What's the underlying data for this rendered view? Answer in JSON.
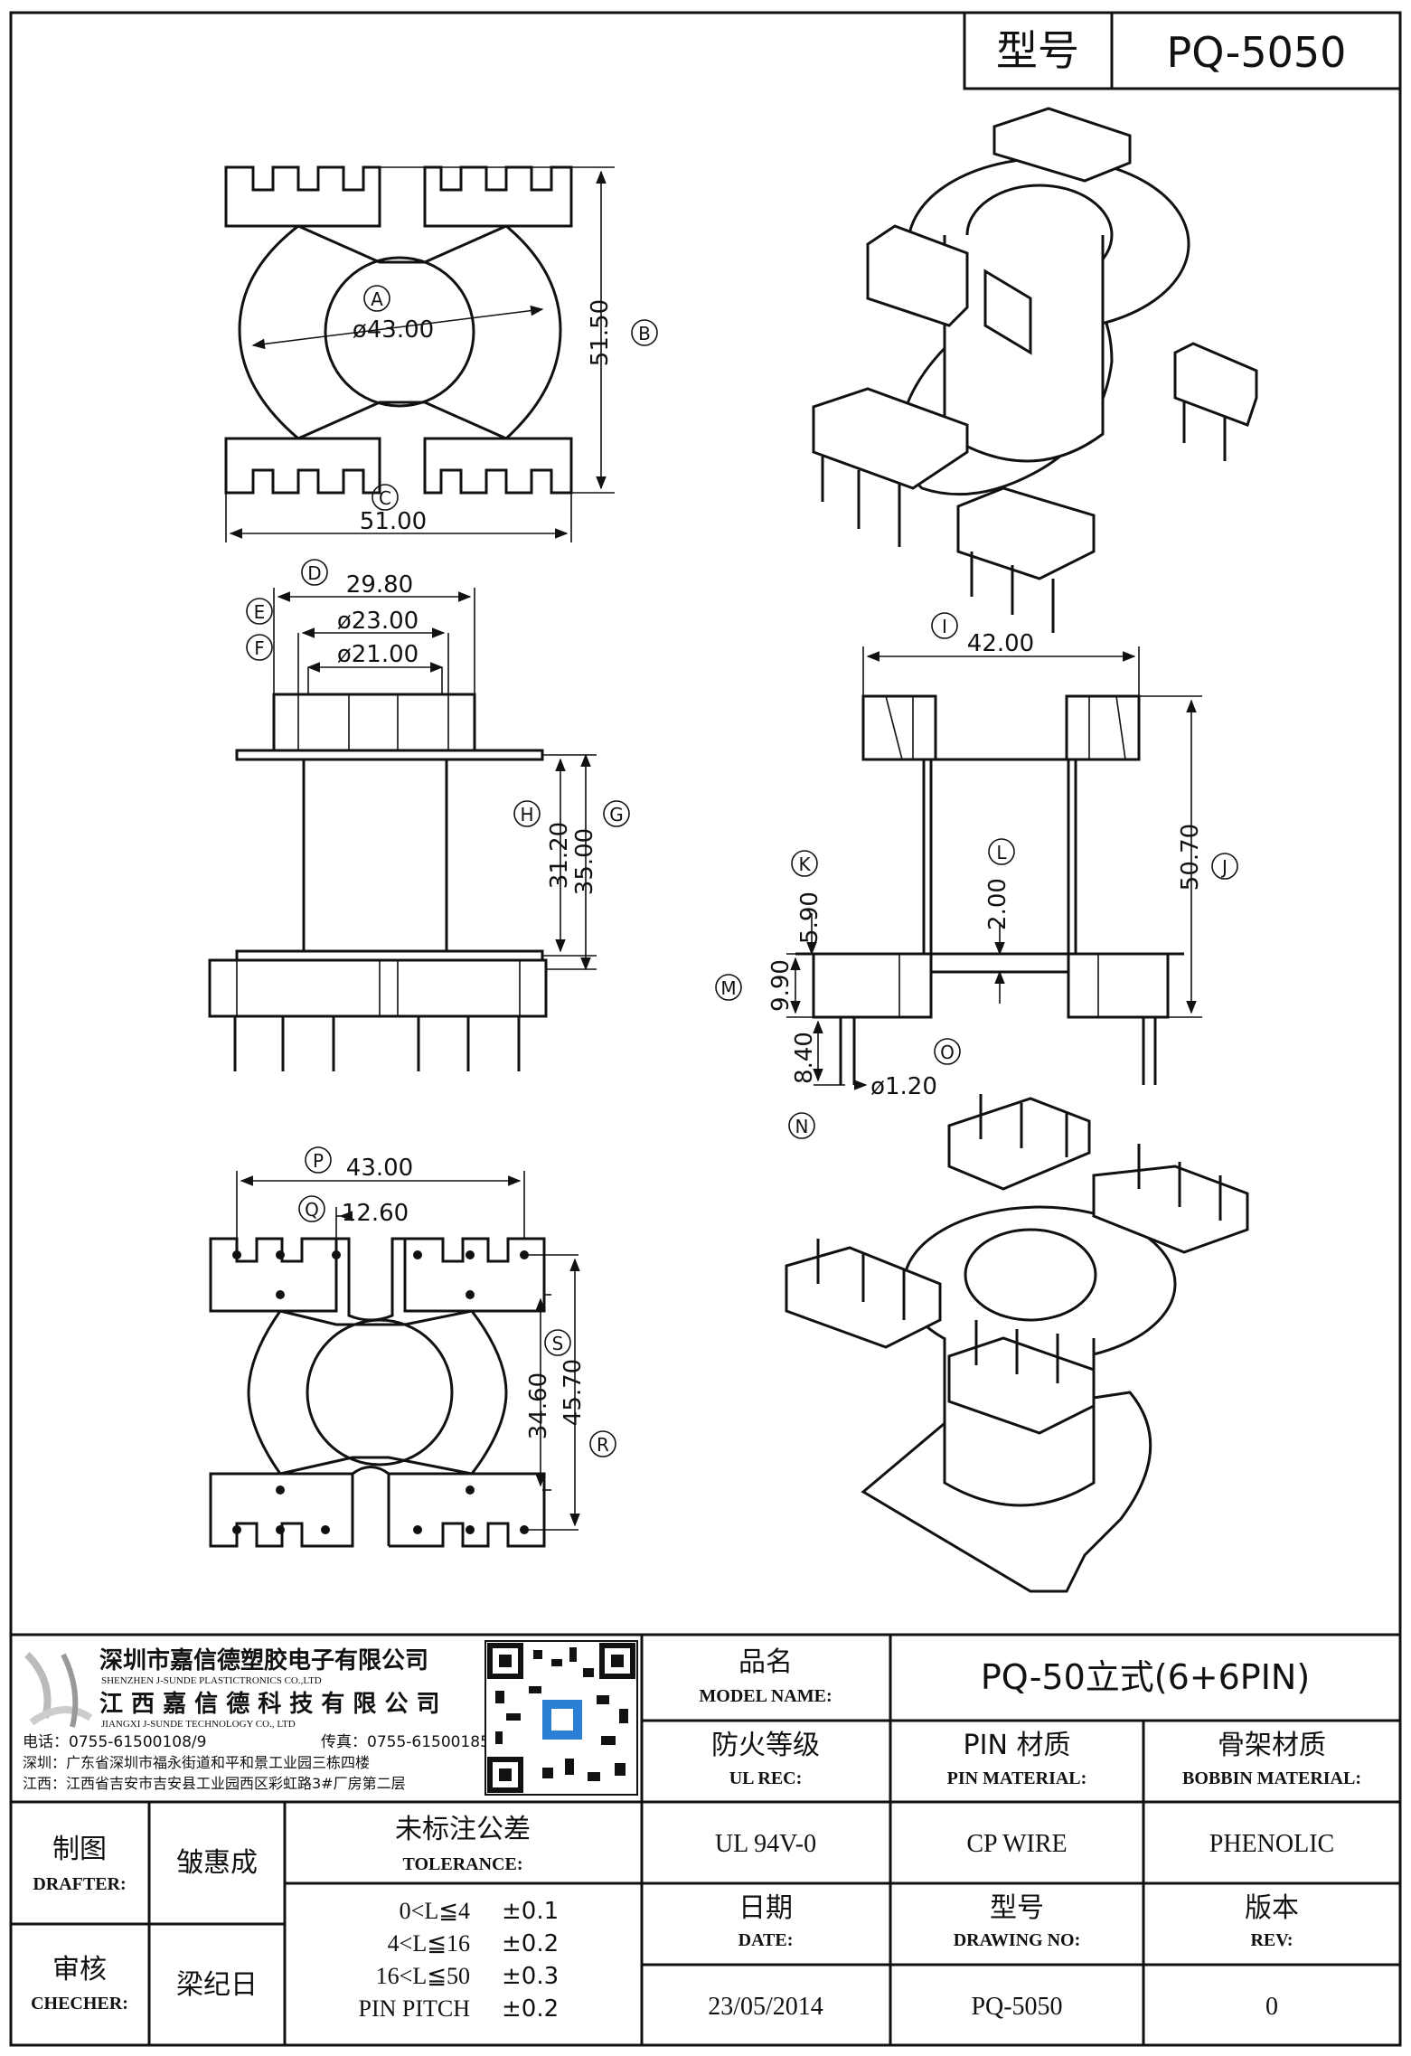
{
  "header": {
    "model_label": "型号",
    "model_value": "PQ-5050"
  },
  "dimensions": {
    "top_view": {
      "callout_a": "A",
      "diameter": "ø43.00",
      "callout_b": "B",
      "height": "51.50",
      "callout_c": "C",
      "width": "51.00"
    },
    "front_view": {
      "callout_d": "D",
      "width": "29.80",
      "callout_e": "E",
      "outer_diameter": "ø23.00",
      "callout_f": "F",
      "inner_diameter": "ø21.00",
      "callout_h": "H",
      "winding_height": "31.20",
      "callout_g": "G",
      "total_height": "35.00"
    },
    "side_view": {
      "callout_i": "I",
      "width": "42.00",
      "callout_j": "J",
      "height": "50.70",
      "callout_k": "K",
      "dim_k": "5.90",
      "callout_l": "L",
      "dim_l": "2.00",
      "callout_m": "M",
      "dim_m": "9.90",
      "dim_pin_length": "8.40",
      "pin_diameter": "ø1.20",
      "callout_n": "N",
      "callout_o": "O"
    },
    "bottom_view": {
      "callout_p": "P",
      "width": "43.00",
      "callout_q": "Q",
      "pin_span": "12.60",
      "callout_s": "S",
      "dim_s": "34.60",
      "callout_r": "R",
      "dim_r": "45.70"
    }
  },
  "company": {
    "name_cn": "深圳市嘉信德塑胶电子有限公司",
    "name_en": "SHENZHEN J-SUNDE PLASTICTRONICS CO.,LTD",
    "name2_cn": "江 西 嘉 信 德 科 技 有 限 公 司",
    "name2_en": "JIANGXI J-SUNDE TECHNOLOGY CO., LTD",
    "phone": "电话：0755-61500108/9",
    "fax": "传真：0755-61500185",
    "addr_sz": "深圳：广东省深圳市福永街道和平和景工业园三栋四楼",
    "addr_jx": "江西：江西省吉安市吉安县工业园西区彩虹路3#厂房第二层"
  },
  "title_block": {
    "model_name_cn": "品名",
    "model_name_en": "MODEL NAME:",
    "model_name_value": "PQ-50立式(6+6PIN)",
    "ul_cn": "防火等级",
    "ul_en": "UL REC:",
    "pin_cn": "PIN 材质",
    "pin_en": "PIN MATERIAL:",
    "bobbin_cn": "骨架材质",
    "bobbin_en": "BOBBIN MATERIAL:",
    "ul_value": "UL 94V-0",
    "pin_value": "CP WIRE",
    "bobbin_value": "PHENOLIC",
    "date_cn": "日期",
    "date_en": "DATE:",
    "drawing_cn": "型号",
    "drawing_en": "DRAWING NO:",
    "rev_cn": "版本",
    "rev_en": "REV:",
    "date_value": "23/05/2014",
    "drawing_value": "PQ-5050",
    "rev_value": "0",
    "drafter_cn": "制图",
    "drafter_en": "DRAFTER:",
    "drafter_name": "皱惠成",
    "checker_cn": "审核",
    "checker_en": "CHECHER:",
    "checker_name": "梁纪日",
    "tolerance_cn": "未标注公差",
    "tolerance_en": "TOLERANCE:",
    "tolerances": [
      {
        "range": "0<L≦4",
        "value": "±0.1"
      },
      {
        "range": "4<L≦16",
        "value": "±0.2"
      },
      {
        "range": "16<L≦50",
        "value": "±0.3"
      },
      {
        "range": "PIN PITCH",
        "value": "±0.2"
      }
    ]
  }
}
